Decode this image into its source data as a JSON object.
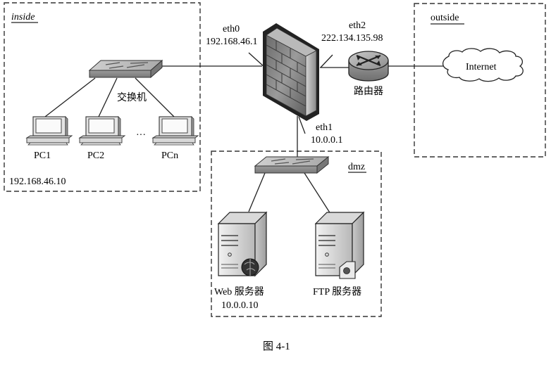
{
  "zones": {
    "inside": {
      "label": "inside"
    },
    "outside": {
      "label": "outside"
    },
    "dmz": {
      "label": "dmz"
    }
  },
  "firewall": {
    "eth0": {
      "name": "eth0",
      "ip": "192.168.46.1"
    },
    "eth1": {
      "name": "eth1",
      "ip": "10.0.0.1"
    },
    "eth2": {
      "name": "eth2",
      "ip": "222.134.135.98"
    }
  },
  "switch_inside": {
    "label": "交换机"
  },
  "pcs": [
    {
      "label": "PC1"
    },
    {
      "label": "PC2"
    },
    {
      "label": "PCn"
    }
  ],
  "pc_ellipsis": "···",
  "inside_ip": "192.168.46.10",
  "router": {
    "label": "路由器"
  },
  "internet": {
    "label": "Internet"
  },
  "web_server": {
    "label": "Web 服务器",
    "ip": "10.0.0.10"
  },
  "ftp_server": {
    "label": "FTP  服务器"
  },
  "caption": "图 4-1"
}
